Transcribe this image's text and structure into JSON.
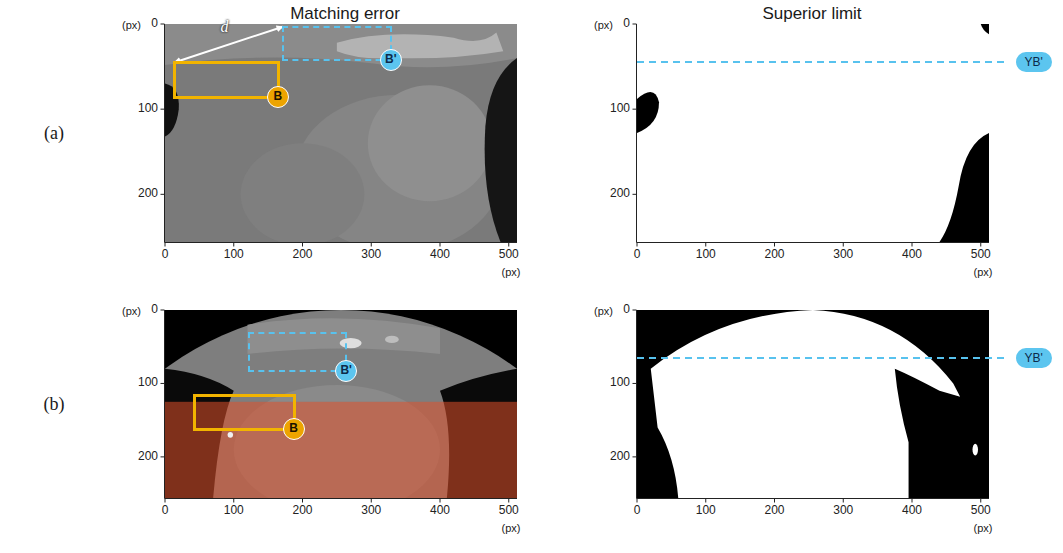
{
  "diagram": {
    "nodes": [
      {
        "text": [
          "B"
        ]
      },
      {
        "text": [
          "B'"
        ]
      },
      {
        "text": [
          "YB'"
        ]
      },
      {
        "text": [
          "B'"
        ]
      },
      {
        "text": [
          "B"
        ]
      },
      {
        "text": [
          "YB'"
        ]
      }
    ],
    "edges": [
      {
        "from": 0,
        "to": 1,
        "arrow": "both",
        "label": "d"
      }
    ],
    "labels": [
      "Matching error",
      "Superior limit",
      "(a)",
      "(b)",
      "(px)",
      "0",
      "100",
      "200",
      "0",
      "100",
      "200",
      "300",
      "400",
      "500",
      "(px)",
      "(px)",
      "0",
      "100",
      "200",
      "0",
      "100",
      "200",
      "300",
      "400",
      "500",
      "(px)",
      "(px)",
      "0",
      "100",
      "200",
      "0",
      "100",
      "200",
      "300",
      "400",
      "500",
      "(px)",
      "(px)",
      "0",
      "100",
      "200",
      "0",
      "100",
      "200",
      "300",
      "400",
      "500",
      "(px)"
    ]
  }
}
